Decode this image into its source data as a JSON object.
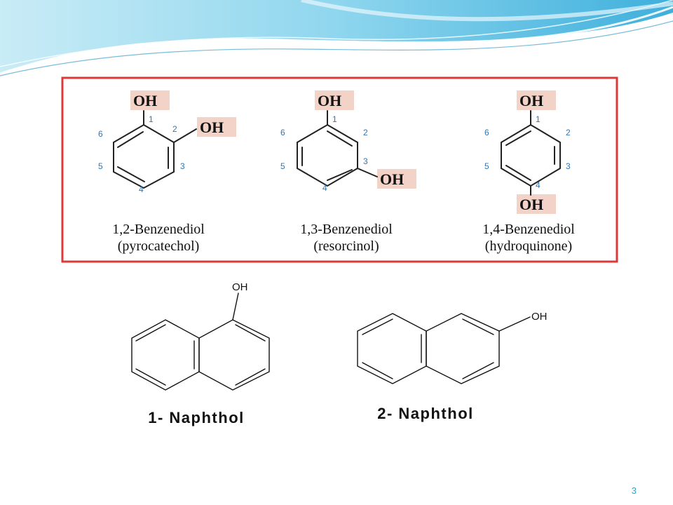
{
  "slide": {
    "page_number": "3",
    "accent_colors": {
      "wave_light": "#bfe8f4",
      "wave_mid": "#5fc3e4",
      "wave_dark": "#1f8fc0",
      "frame": "#d93a3a",
      "highlight": "#f3d2c8",
      "number_blue": "#2f76b6"
    }
  },
  "benzenediols": [
    {
      "oh_label": "OH",
      "oh2_label": "OH",
      "positions": [
        "1",
        "2",
        "3",
        "4",
        "5",
        "6"
      ],
      "name": "1,2-Benzenediol",
      "common_name": "(pyrocatechol)"
    },
    {
      "oh_label": "OH",
      "oh2_label": "OH",
      "positions": [
        "1",
        "2",
        "3",
        "4",
        "5",
        "6"
      ],
      "name": "1,3-Benzenediol",
      "common_name": "(resorcinol)"
    },
    {
      "oh_label": "OH",
      "oh2_label": "OH",
      "positions": [
        "1",
        "2",
        "3",
        "4",
        "5",
        "6"
      ],
      "name": "1,4-Benzenediol",
      "common_name": "(hydroquinone)"
    }
  ],
  "naphthols": [
    {
      "oh_label": "OH",
      "name": "1- Naphthol"
    },
    {
      "oh_label": "OH",
      "name": "2- Naphthol"
    }
  ]
}
